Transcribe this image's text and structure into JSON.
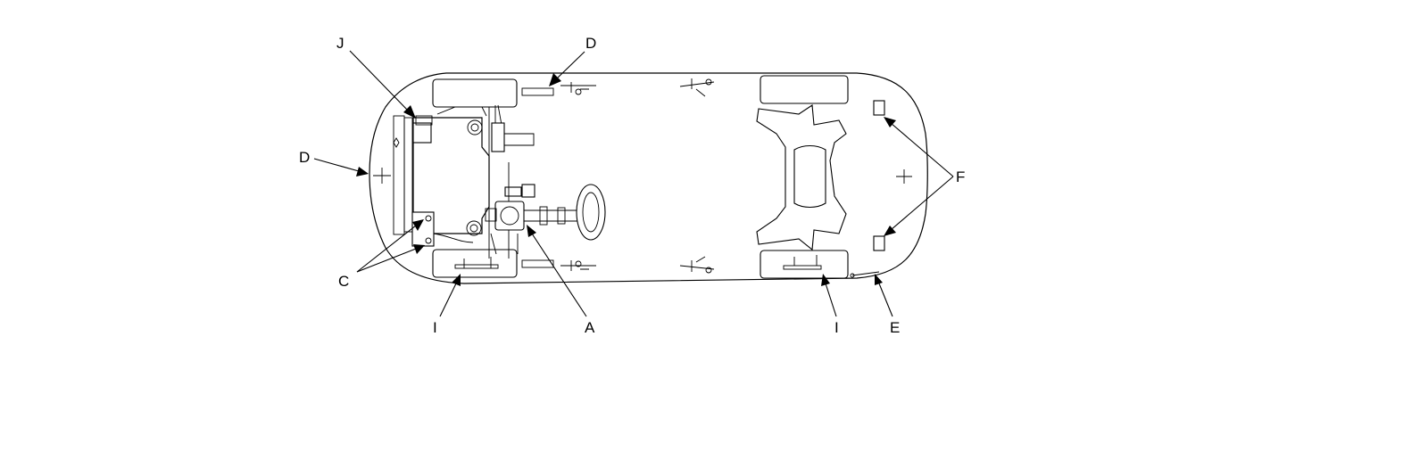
{
  "callouts": {
    "J": "J",
    "D_top": "D",
    "D_left": "D",
    "C": "C",
    "I_front": "I",
    "A": "A",
    "I_rear": "I",
    "E": "E",
    "F": "F"
  }
}
